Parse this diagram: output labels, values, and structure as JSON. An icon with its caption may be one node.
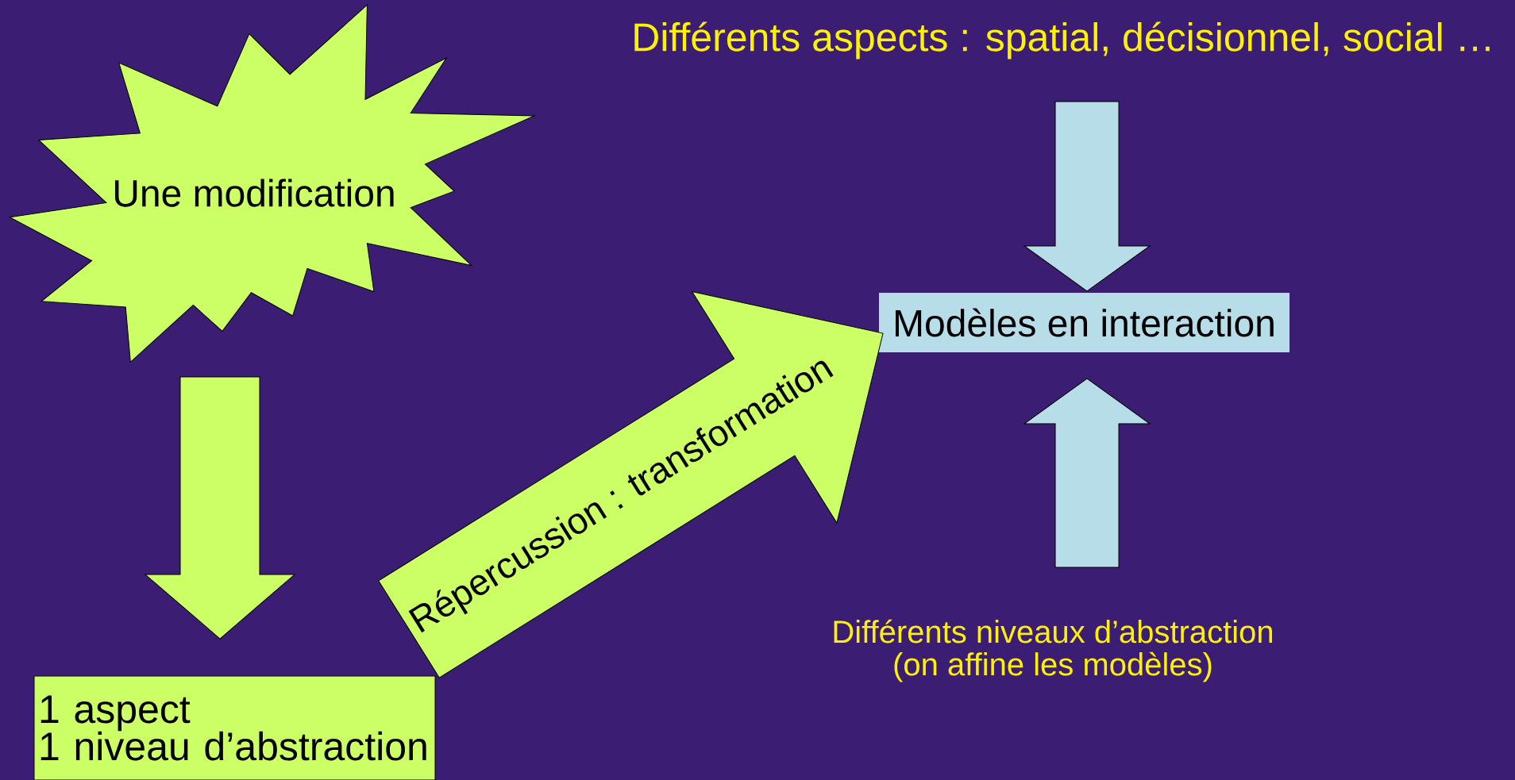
{
  "diagram": {
    "nodes": [
      {
        "text": [
          "Une modification"
        ]
      },
      {
        "text": [
          "1 aspect",
          "1 niveau d’abstraction"
        ]
      },
      {
        "text": [
          "Différents aspects : spatial, décisionnel, social …"
        ]
      },
      {
        "text": [
          "Modèles en interaction"
        ]
      },
      {
        "text": [
          "Différents niveaux d’abstraction",
          "(on affine les modèles)"
        ]
      }
    ],
    "edges": [
      {
        "from": 0,
        "to": 1,
        "arrow": "to",
        "color": "#ccff66"
      },
      {
        "from": 1,
        "to": 3,
        "arrow": "to",
        "label": "Répercussion : transformation",
        "color": "#ccff66"
      },
      {
        "from": 2,
        "to": 3,
        "arrow": "to",
        "color": "#b7dde8"
      },
      {
        "from": 4,
        "to": 3,
        "arrow": "to",
        "color": "#b7dde8"
      }
    ]
  }
}
